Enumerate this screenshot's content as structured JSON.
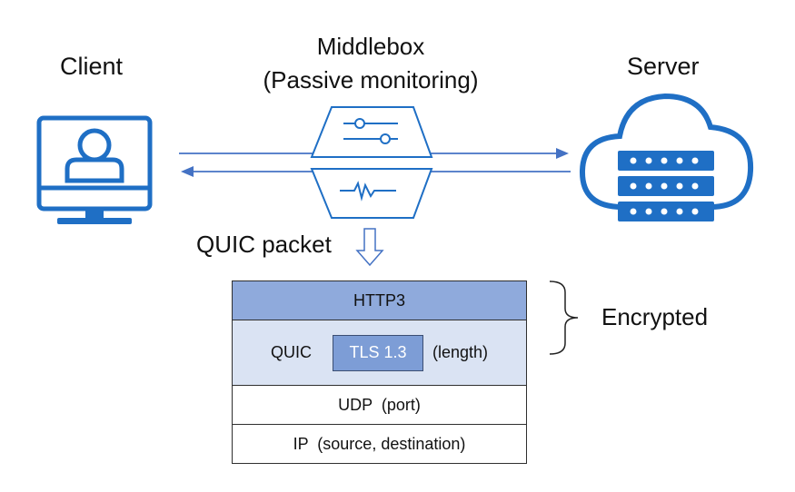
{
  "client": {
    "label": "Client"
  },
  "middlebox": {
    "title": "Middlebox",
    "subtitle": "(Passive monitoring)"
  },
  "server": {
    "label": "Server"
  },
  "packet": {
    "label": "QUIC packet"
  },
  "encrypted": {
    "label": "Encrypted"
  },
  "stack": {
    "http3": "HTTP3",
    "quic": "QUIC",
    "tls": "TLS 1.3",
    "quic_note": "(length)",
    "udp": "UDP  (port)",
    "ip": "IP  (source, destination)"
  },
  "colors": {
    "icon_blue": "#1f6fc5",
    "line_blue": "#4472c4",
    "http3_fill": "#8faadc",
    "quic_fill": "#dae3f3",
    "tls_fill": "#7d9dd6"
  }
}
